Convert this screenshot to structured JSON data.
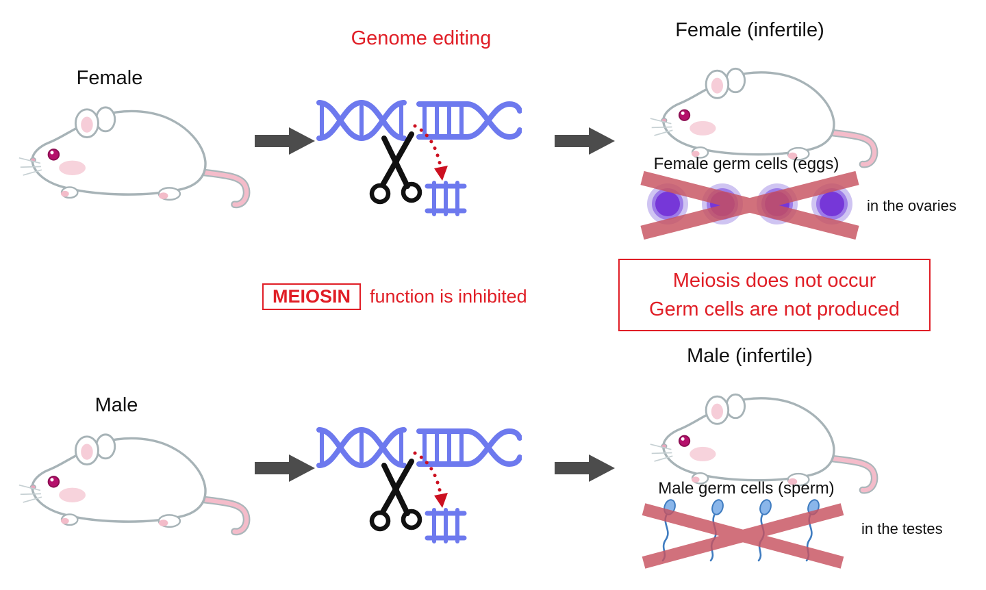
{
  "diagram": {
    "title_genome_editing": "Genome editing",
    "meiosin": {
      "gene_label": "MEIOSIN",
      "effect_text": "function is inhibited"
    },
    "result_box": {
      "line1": "Meiosis does not occur",
      "line2": "Germ cells are not produced"
    },
    "female_row": {
      "subject_label": "Female",
      "outcome_label": "Female (infertile)",
      "germ_cells_label": "Female germ cells (eggs)",
      "location_label": "in the ovaries"
    },
    "male_row": {
      "subject_label": "Male",
      "outcome_label": "Male (infertile)",
      "germ_cells_label": "Male germ cells (sperm)",
      "location_label": "in the testes"
    },
    "icons": {
      "mouse": "hand-drawn white mouse facing left with pink tail",
      "arrow": "thick dark gray right-pointing arrow",
      "dna_scissors": "blue DNA double helix cut by black scissors",
      "dotted_arrow": "red dotted arrow to excised DNA fragment",
      "eggs": "four purple egg cells",
      "sperm": "four blue sperm cells",
      "cross": "red X crossing out germ cells"
    },
    "colors": {
      "red_text": "#e01e26",
      "dna_blue": "#6d79ee",
      "arrow_gray": "#4c4c4c",
      "egg_purple": "#7a3ad6",
      "sperm_blue": "#3f7cc0",
      "cross_red": "#c75360",
      "mouse_outline": "#a7b3b7",
      "tail_pink": "#f4bcca"
    }
  }
}
